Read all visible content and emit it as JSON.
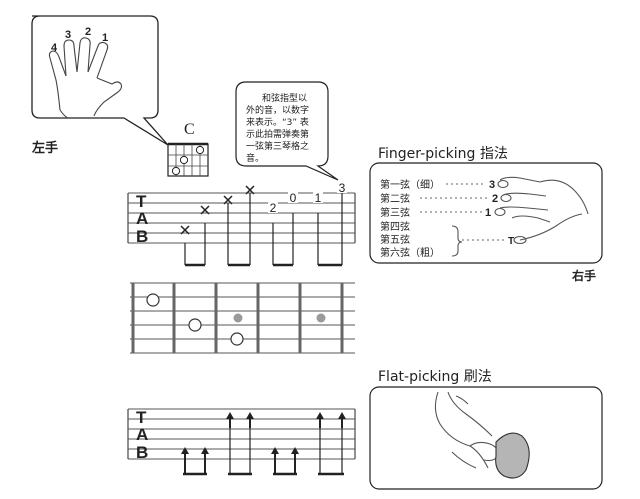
{
  "left_hand": {
    "label": "左手",
    "finger_numbers": [
      "4",
      "3",
      "2",
      "1"
    ]
  },
  "chord": {
    "name": "C"
  },
  "callout": {
    "lines": [
      "和弦指型以",
      "外的音，以数字",
      "来表示。“3” 表",
      "示此拍需弹奏第",
      "一弦第三琴格之",
      "音。"
    ]
  },
  "tab_label": [
    "T",
    "A",
    "B"
  ],
  "finger_picking": {
    "title": "Finger-picking 指法",
    "strings": [
      "第一弦（细）",
      "第二弦",
      "第三弦",
      "第四弦",
      "第五弦",
      "第六弦（粗）"
    ],
    "finger_labels": [
      "3",
      "2",
      "1",
      "T"
    ],
    "hand_label": "右手"
  },
  "tab1_marks": [
    {
      "kind": "x",
      "string": 5
    },
    {
      "kind": "x",
      "string": 3
    },
    {
      "kind": "x",
      "string": 2
    },
    {
      "kind": "x",
      "string": 1
    },
    {
      "kind": "num",
      "text": "2",
      "string": 3
    },
    {
      "kind": "num",
      "text": "0",
      "string": 2
    },
    {
      "kind": "num",
      "text": "1",
      "string": 2
    },
    {
      "kind": "num",
      "text": "3",
      "string": 1
    }
  ],
  "flat_picking": {
    "title": "Flat-picking 刷法",
    "strokes": [
      "down",
      "down",
      "up",
      "up",
      "down",
      "down",
      "up",
      "up"
    ]
  },
  "colors": {
    "ink": "#222222",
    "gray_fill": "#9a9a9a",
    "staff_line": "#555555"
  }
}
